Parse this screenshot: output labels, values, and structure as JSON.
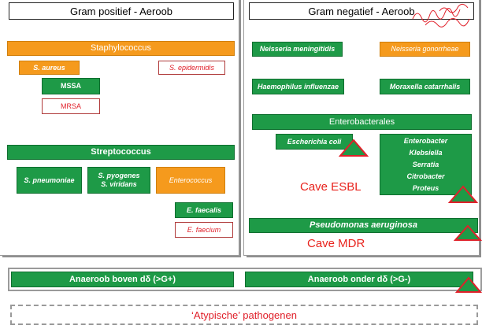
{
  "gram_pos": {
    "title": "Gram positief - Aeroob",
    "staph": {
      "header": "Staphylococcus",
      "aureus": "S. aureus",
      "epidermidis": "S. epidermidis",
      "mssa": "MSSA",
      "mrsa": "MRSA"
    },
    "strep": {
      "header": "Streptococcus",
      "pneumoniae": "S. pneumoniae",
      "pyogenes": "S. pyogenes",
      "viridans": "S. viridans",
      "enterococcus": "Enterococcus",
      "faecalis": "E. faecalis",
      "faecium": "E. faecium"
    }
  },
  "gram_neg": {
    "title": "Gram negatief - Aeroob",
    "meningitidis": "Neisseria meningitidis",
    "gonorrheae": "Neisseria gonorrheae",
    "haemophilus": "Haemophilus influenzae",
    "moraxella": "Moraxella catarrhalis",
    "entero_header": "Enterobacterales",
    "ecoli": "Escherichia coli",
    "entero_list": [
      "Enterobacter",
      "Klebsiella",
      "Serratia",
      "Citrobacter",
      "Proteus"
    ],
    "esbl": "Cave ESBL",
    "pseudomonas": "Pseudomonas aeruginosa",
    "mdr": "Cave MDR"
  },
  "anaerobes": {
    "above": "Anaeroob boven dδ (>G+)",
    "below": "Anaeroob onder dδ (>G-)"
  },
  "atypical": "‘Atypische’ pathogenen",
  "colors": {
    "green": "#1e9a47",
    "orange": "#f59a1d",
    "red": "#e0202a"
  }
}
